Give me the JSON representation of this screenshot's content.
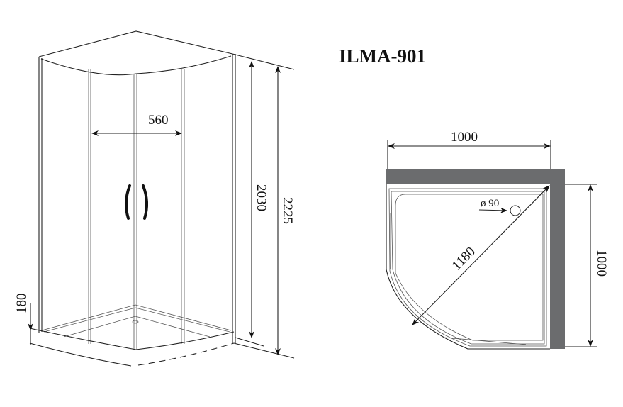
{
  "title": "ILMA-901",
  "colors": {
    "wall": "#6b6c6e",
    "line": "#222222"
  },
  "elevation_view": {
    "door_width": "560",
    "cabin_height": "2030",
    "total_height": "2225",
    "tray_height": "180"
  },
  "plan_view": {
    "width": "1000",
    "depth": "1000",
    "diagonal": "1180",
    "drain_diameter": "ø 90"
  }
}
